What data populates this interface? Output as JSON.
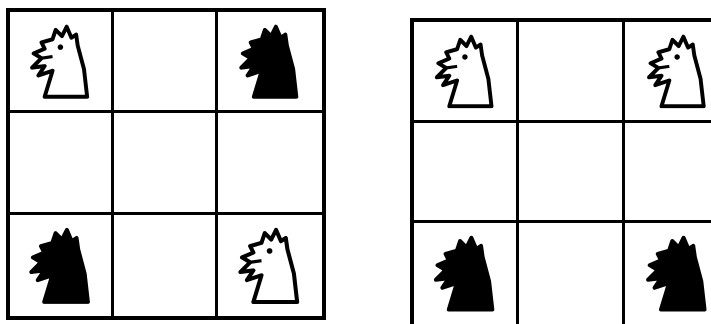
{
  "boards": [
    {
      "id": "left",
      "cells": [
        [
          "white",
          "",
          "black"
        ],
        [
          "",
          "",
          ""
        ],
        [
          "black",
          "",
          "white"
        ]
      ]
    },
    {
      "id": "right",
      "cells": [
        [
          "white",
          "",
          "white"
        ],
        [
          "",
          "",
          ""
        ],
        [
          "black",
          "",
          "black"
        ]
      ]
    }
  ],
  "piece_icon": "knight-icon",
  "colors": {
    "white_piece_fill": "#ffffff",
    "black_piece_fill": "#000000",
    "outline": "#000000"
  }
}
